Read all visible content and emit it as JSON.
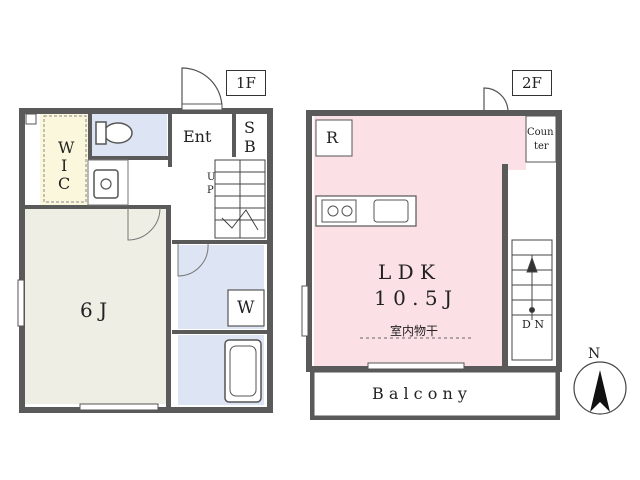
{
  "floor1": {
    "badge": "1F",
    "rooms": {
      "wic_w": "W",
      "wic_i": "I",
      "wic_c": "C",
      "ent": "Ent",
      "sb_s": "S",
      "sb_b": "B",
      "up_u": "U",
      "up_p": "P",
      "washer": "W",
      "bedroom": "6 J"
    }
  },
  "floor2": {
    "badge": "2F",
    "rooms": {
      "refrigerator": "R",
      "counter_1": "Coun",
      "counter_2": "ter",
      "ldk_name": "L D K",
      "ldk_size": "1 0 . 5 J",
      "drying": "室内物干",
      "dn": "D N",
      "balcony": "B a l c o n y"
    }
  },
  "compass": {
    "north": "N"
  },
  "colors": {
    "wall": "#5a5a5a",
    "bedroom_floor": "#efeee4",
    "ldk_floor": "#fbe1e6",
    "wet_area": "#dde5f4",
    "wic_floor": "#fbf7dc"
  }
}
